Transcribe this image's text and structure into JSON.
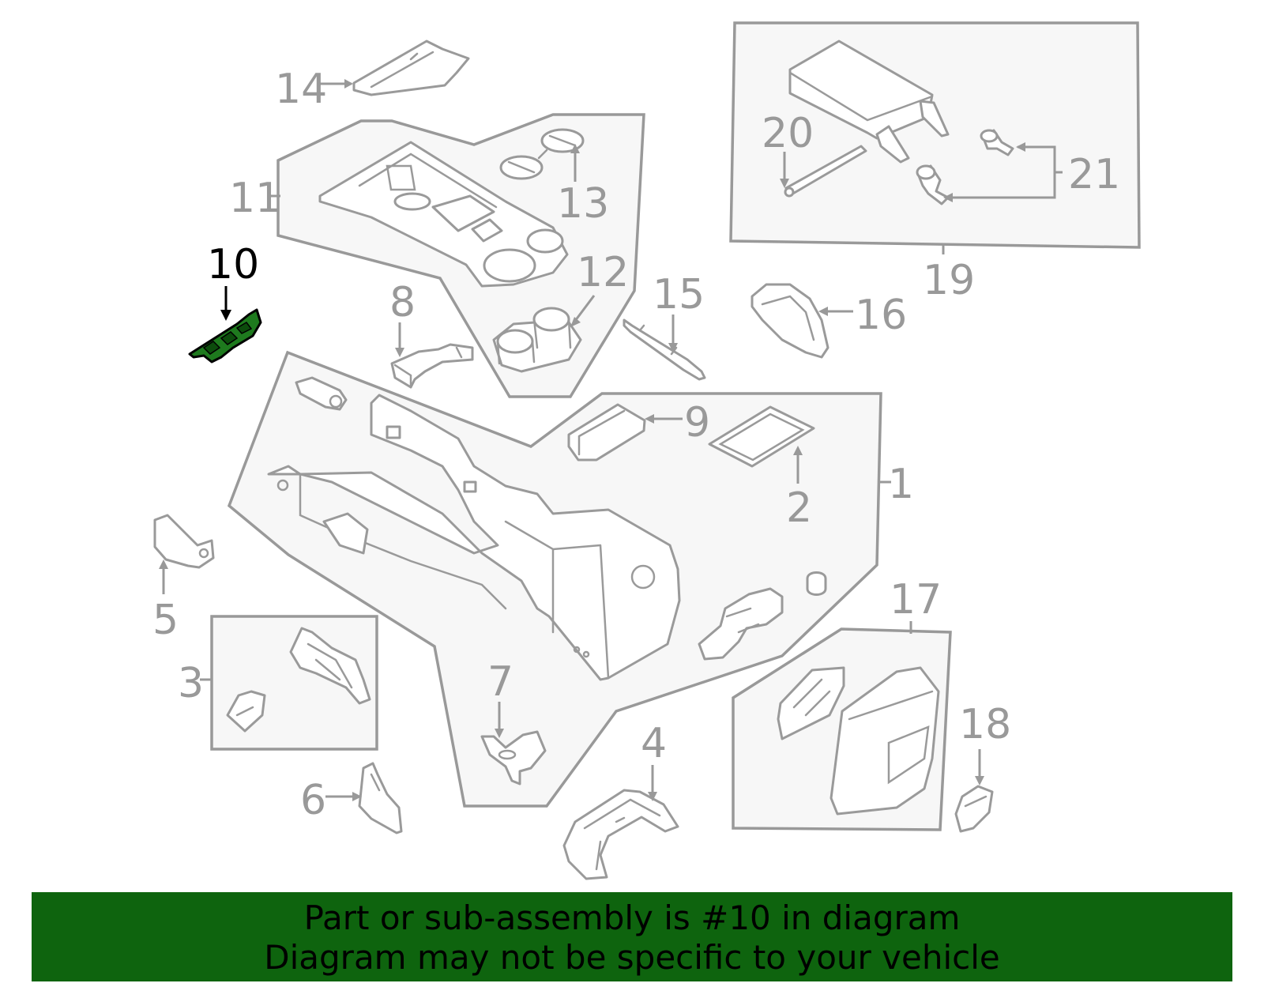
{
  "diagram": {
    "highlighted_part": "10",
    "highlight_color": "#1e7a1e",
    "banner_color": "#0e640e",
    "callouts": [
      "1",
      "2",
      "3",
      "4",
      "5",
      "6",
      "7",
      "8",
      "9",
      "10",
      "11",
      "12",
      "13",
      "14",
      "15",
      "16",
      "17",
      "18",
      "19",
      "20",
      "21"
    ]
  },
  "banner": {
    "line1": "Part or sub-assembly is #10 in diagram",
    "line2": "Diagram may not be specific to your vehicle"
  }
}
